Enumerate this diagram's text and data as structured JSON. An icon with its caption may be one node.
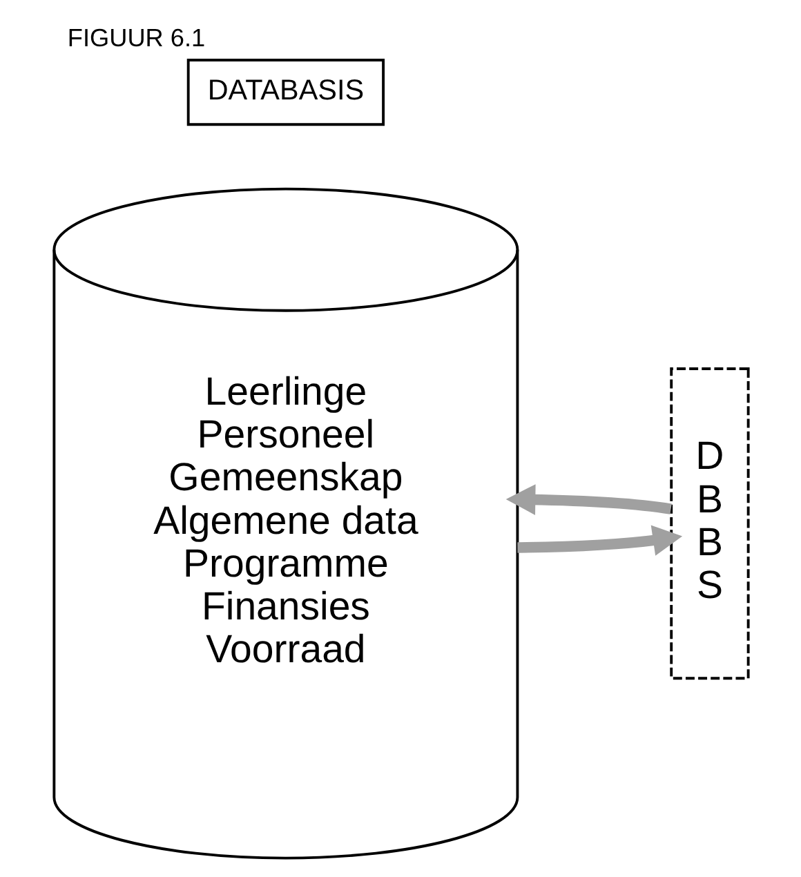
{
  "diagram": {
    "title": "FIGUUR 6.1",
    "nodes": [
      {
        "text": [
          "DATABASIS"
        ]
      },
      {
        "text": [
          "Leerlinge",
          "Personeel",
          "Gemeenskap",
          "Algemene data",
          "Programme",
          "Finansies",
          "Voorraad"
        ]
      },
      {
        "text": [
          "DBBS"
        ]
      }
    ],
    "edges": [
      {
        "from": 1,
        "to": 2,
        "arrow": "to",
        "color": "#a0a0a0"
      },
      {
        "from": 2,
        "to": 1,
        "arrow": "to",
        "color": "#a0a0a0"
      }
    ]
  }
}
